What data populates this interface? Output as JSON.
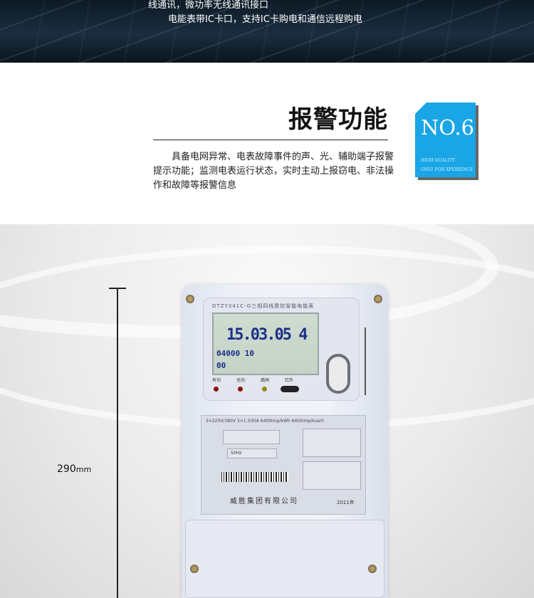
{
  "banner": {
    "line1": "线通讯，微功率无线通讯接口",
    "line2": "电能表带IC卡口，支持IC卡购电和通信远程购电"
  },
  "section": {
    "title": "报警功能",
    "description": "具备电网异常、电表故障事件的声、光、辅助端子报警提示功能；监测电表运行状态，实时主动上报窃电、非法操作和故障等报警信息",
    "badge": {
      "number": "NO.6",
      "sub1": "HIGH QUALITY",
      "sub2": "ONLY FOR XPERIENCE",
      "color": "#1aa6e6"
    }
  },
  "product": {
    "dimension_value": "290",
    "dimension_unit": "mm",
    "meter": {
      "model": "DTZY341C-G三相四线费控智能电能表",
      "display_main": "15.03.05  4",
      "display_sub": "04000 10",
      "display_bottom": "00",
      "leds": [
        "有功",
        "无功",
        "跳闸",
        "红外"
      ],
      "spec": "3×220V/380V 3×1.5(6)A 6400imp/kWh 6400imp/kvarh",
      "freq": "50Hz",
      "manufacturer": "威胜集团有限公司",
      "year": "2011年"
    }
  }
}
